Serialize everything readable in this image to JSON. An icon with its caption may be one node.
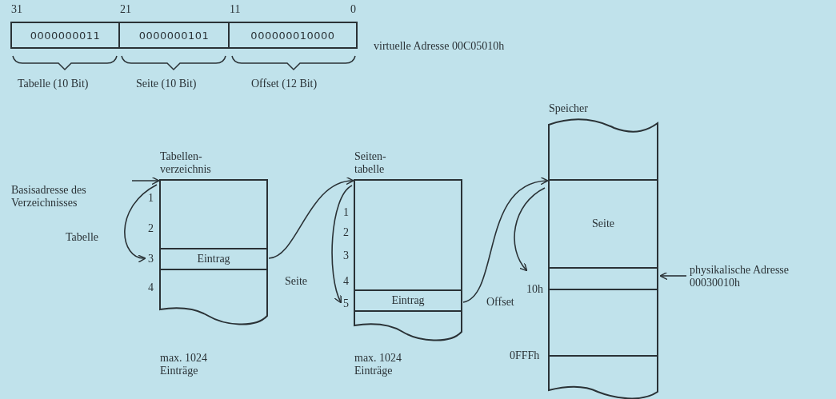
{
  "diagram": {
    "nodes": [
      {
        "text": [
          "0000000011"
        ],
        "beside": [
          "31"
        ]
      },
      {
        "text": [
          "0000000101"
        ],
        "beside": [
          "21"
        ]
      },
      {
        "text": [
          "000000010000"
        ],
        "beside": [
          "11",
          "0"
        ]
      },
      {
        "text": [
          "Basisadresse des Verzeichnisses"
        ]
      },
      {
        "text": [
          "Tabellen- verzeichnis"
        ],
        "beside": [
          "max. 1024 Einträge"
        ]
      },
      {
        "text": [
          "Eintrag"
        ],
        "in": 4
      },
      {
        "text": [
          "Seiten- tabelle"
        ],
        "beside": [
          "max. 1024 Einträge"
        ]
      },
      {
        "text": [
          "Eintrag"
        ],
        "in": 6
      },
      {
        "text": [
          "Speicher"
        ]
      },
      {
        "text": [
          "Seite"
        ],
        "in": 8
      },
      {
        "text": [],
        "shape": "box",
        "in": 8
      },
      {
        "text": [
          "physikalische Adresse 00030010h"
        ]
      }
    ],
    "edges": [
      {
        "from": 3,
        "to": 4,
        "arrow": "to"
      },
      {
        "from": 4,
        "to": 5,
        "arrow": "to",
        "label": "Tabelle"
      },
      {
        "from": 5,
        "to": 6,
        "arrow": "to"
      },
      {
        "from": 6,
        "to": 7,
        "arrow": "to",
        "label": "Seite"
      },
      {
        "from": 7,
        "to": 9,
        "arrow": "to"
      },
      {
        "from": 9,
        "to": 10,
        "arrow": "to",
        "label": "Offset"
      },
      {
        "from": 11,
        "to": 10,
        "arrow": "to"
      }
    ],
    "labels": [
      "virtuelle Adresse 00C05010h",
      "Tabelle (10 Bit)",
      "Seite (10 Bit)",
      "Offset (12 Bit)",
      "1",
      "2",
      "3",
      "4",
      "1",
      "2",
      "3",
      "4",
      "5",
      "10h",
      "0FFFh"
    ]
  }
}
